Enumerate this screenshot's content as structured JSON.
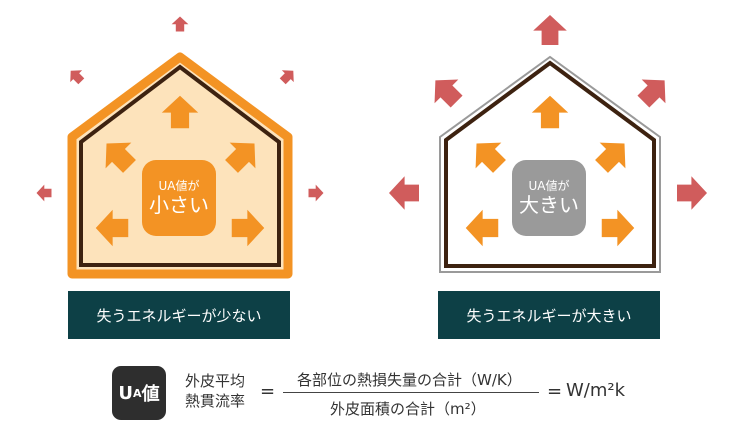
{
  "left": {
    "center_small": "UA値が",
    "center_big": "小さい",
    "label": "失うエネルギーが少ない"
  },
  "right": {
    "center_small": "UA値が",
    "center_big": "大きい",
    "label": "失うエネルギーが大きい"
  },
  "formula": {
    "badge_u": "U",
    "badge_a": "A",
    "badge_value": "値",
    "term_line1": "外皮平均",
    "term_line2": "熱貫流率",
    "equals1": "=",
    "numerator": "各部位の熱損失量の合計（W/K）",
    "denominator": "外皮面積の合計（m²）",
    "equals2": "=",
    "unit": "W/m²k"
  },
  "colors": {
    "orange": "#f39324",
    "light": "#fde3bb",
    "brown": "#3d2210",
    "red": "#d05c5c",
    "gray": "#9a9a9a",
    "teal": "#0d4046"
  }
}
